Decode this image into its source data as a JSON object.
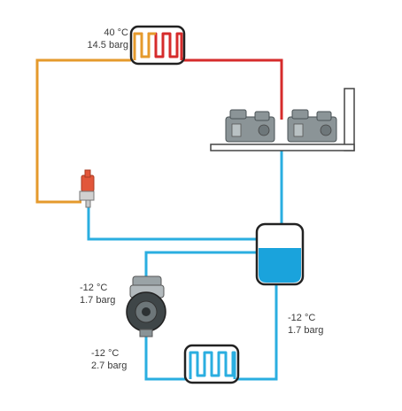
{
  "colors": {
    "hot_gas": "#d62b2b",
    "liquid_warm": "#e59a2c",
    "cold": "#2aaee0",
    "receiver_fill": "#1aa3dc",
    "outline": "#222222",
    "compressor": "#8b9497"
  },
  "labels": {
    "condenser_temp": "40 °C",
    "condenser_pressure": "14.5 barg",
    "pump_in_temp": "-12 °C",
    "pump_in_pressure": "1.7 barg",
    "pump_out_temp": "-12 °C",
    "pump_out_pressure": "2.7 barg",
    "return_temp": "-12 °C",
    "return_pressure": "1.7 barg"
  },
  "components": {
    "condenser": "heat-exchanger-coil",
    "compressors": "compressor-rack",
    "expansion_valve": "valve-icon",
    "receiver": "liquid-receiver",
    "pump": "pump-icon",
    "evaporator": "evaporator-coil"
  }
}
